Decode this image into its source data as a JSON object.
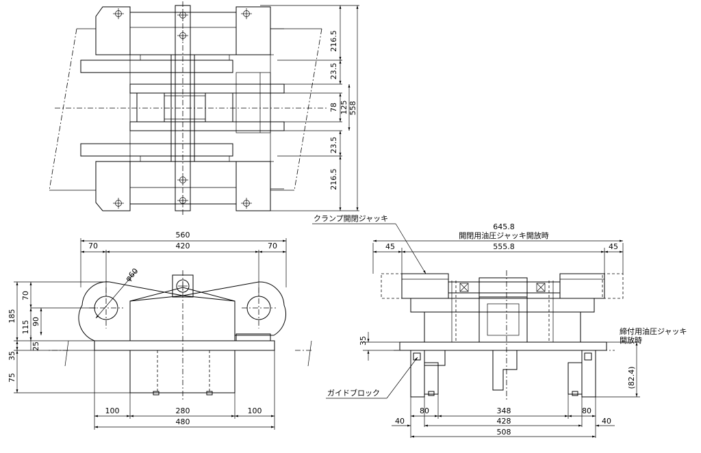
{
  "top_view": {
    "dims": {
      "d1": "216.5",
      "d2": "23.5",
      "d3": "78",
      "d4": "125",
      "d5": "23.5",
      "d6": "216.5",
      "total": "558"
    }
  },
  "front_view": {
    "dims": {
      "overall_top": "560",
      "left_70": "70",
      "mid_420": "420",
      "right_70": "70",
      "diameter": "φ60",
      "v185": "185",
      "v70": "70",
      "v115": "115",
      "v90": "90",
      "v25": "25",
      "v35": "35",
      "v75": "75",
      "b100a": "100",
      "b280": "280",
      "b100b": "100",
      "b480": "480"
    }
  },
  "side_view": {
    "labels": {
      "clamp_jack": "クランプ開閉ジャッキ",
      "open_jack_note": "開閉用油圧ジャッキ開放時",
      "fasten_jack_line1": "締付用油圧ジャッキ",
      "fasten_jack_line2": "開放時",
      "guide_block": "ガイドブロック"
    },
    "dims": {
      "top_645": "645.8",
      "s45a": "45",
      "s555": "555.8",
      "s45b": "45",
      "v35": "35",
      "v82": "(82.4)",
      "b80a": "80",
      "b348": "348",
      "b80b": "80",
      "b40a": "40",
      "b428": "428",
      "b40b": "40",
      "b508": "508"
    }
  }
}
